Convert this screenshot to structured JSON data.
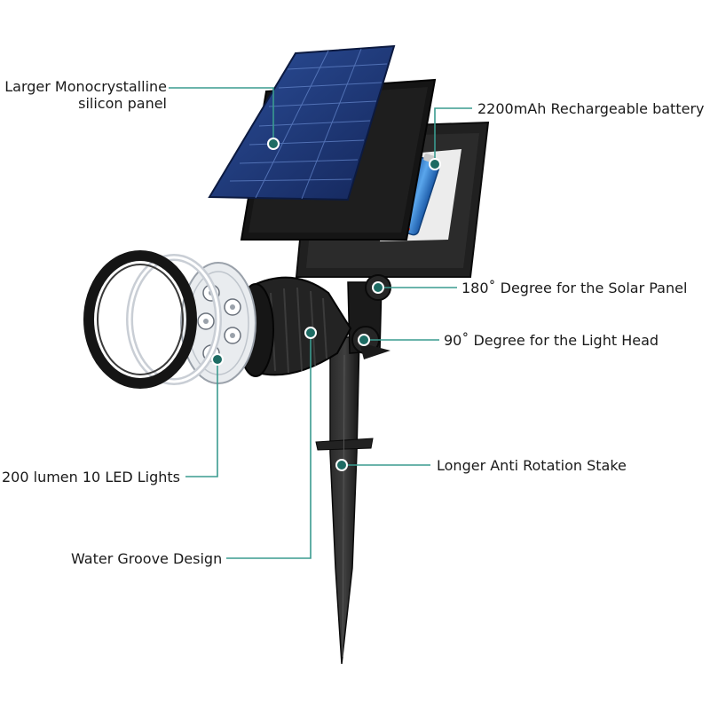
{
  "colors": {
    "callout": "#3a9b8f",
    "callout_dot": "#1d6b63",
    "solar_cell": "#1f3a78",
    "housing": "#1c1c1c",
    "battery": "#2f7fd0",
    "pcb": "#2f8a4a",
    "led_ring": "#d9dde3"
  },
  "labels": {
    "panel_line1": "Larger Monocrystalline",
    "panel_line2": "silicon panel",
    "battery": "2200mAh Rechargeable battery",
    "solar_angle": "180˚ Degree for the Solar Panel",
    "head_angle": "90˚ Degree for the Light Head",
    "stake": "Longer Anti Rotation Stake",
    "leds": "200 lumen 10 LED Lights",
    "groove": "Water Groove Design"
  }
}
